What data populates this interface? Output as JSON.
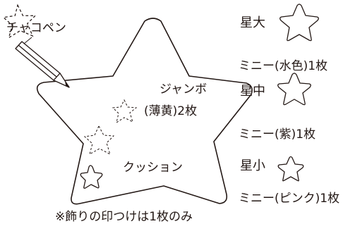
{
  "pen_label": "チャコペン",
  "jumbo_label_line1": "ジャンボ",
  "jumbo_label_line2": "(薄黄)2枚",
  "cushion_label": "クッション",
  "footnote": "※飾りの印つけは1枚のみ",
  "legend": [
    {
      "size_label": "星大",
      "material_label": "ミニー(水色)1枚"
    },
    {
      "size_label": "星中",
      "material_label": "ミニー(紫)1枚"
    },
    {
      "size_label": "星小",
      "material_label": "ミニー(ピンク)1枚"
    }
  ],
  "colors": {
    "ink": "#231815",
    "background": "#ffffff"
  },
  "icons": [
    "pencil-icon",
    "star-outline-icon",
    "star-dashed-icon"
  ]
}
